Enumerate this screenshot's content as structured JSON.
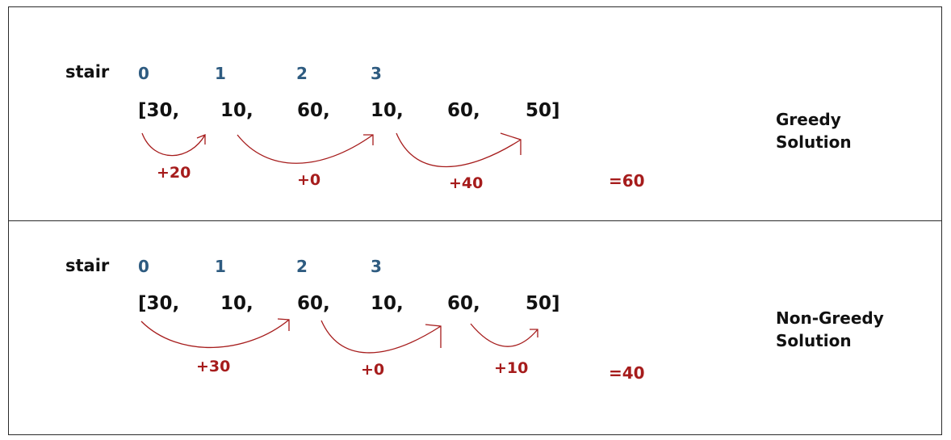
{
  "panels": [
    {
      "stair_label": "stair",
      "indices": [
        "0",
        "1",
        "2",
        "3"
      ],
      "array": [
        "[30,",
        "10,",
        "60,",
        "10,",
        "60,",
        "50]"
      ],
      "gains": [
        "+20",
        "+0",
        "+40"
      ],
      "total": "=60",
      "title_line1": "Greedy",
      "title_line2": "Solution"
    },
    {
      "stair_label": "stair",
      "indices": [
        "0",
        "1",
        "2",
        "3"
      ],
      "array": [
        "[30,",
        "10,",
        "60,",
        "10,",
        "60,",
        "50]"
      ],
      "gains": [
        "+30",
        "+0",
        "+10"
      ],
      "total": "=40",
      "title_line1": "Non-Greedy",
      "title_line2": "Solution"
    }
  ],
  "colors": {
    "arrow": "#a61c1c",
    "index": "#2e5b80",
    "text": "#111111"
  }
}
